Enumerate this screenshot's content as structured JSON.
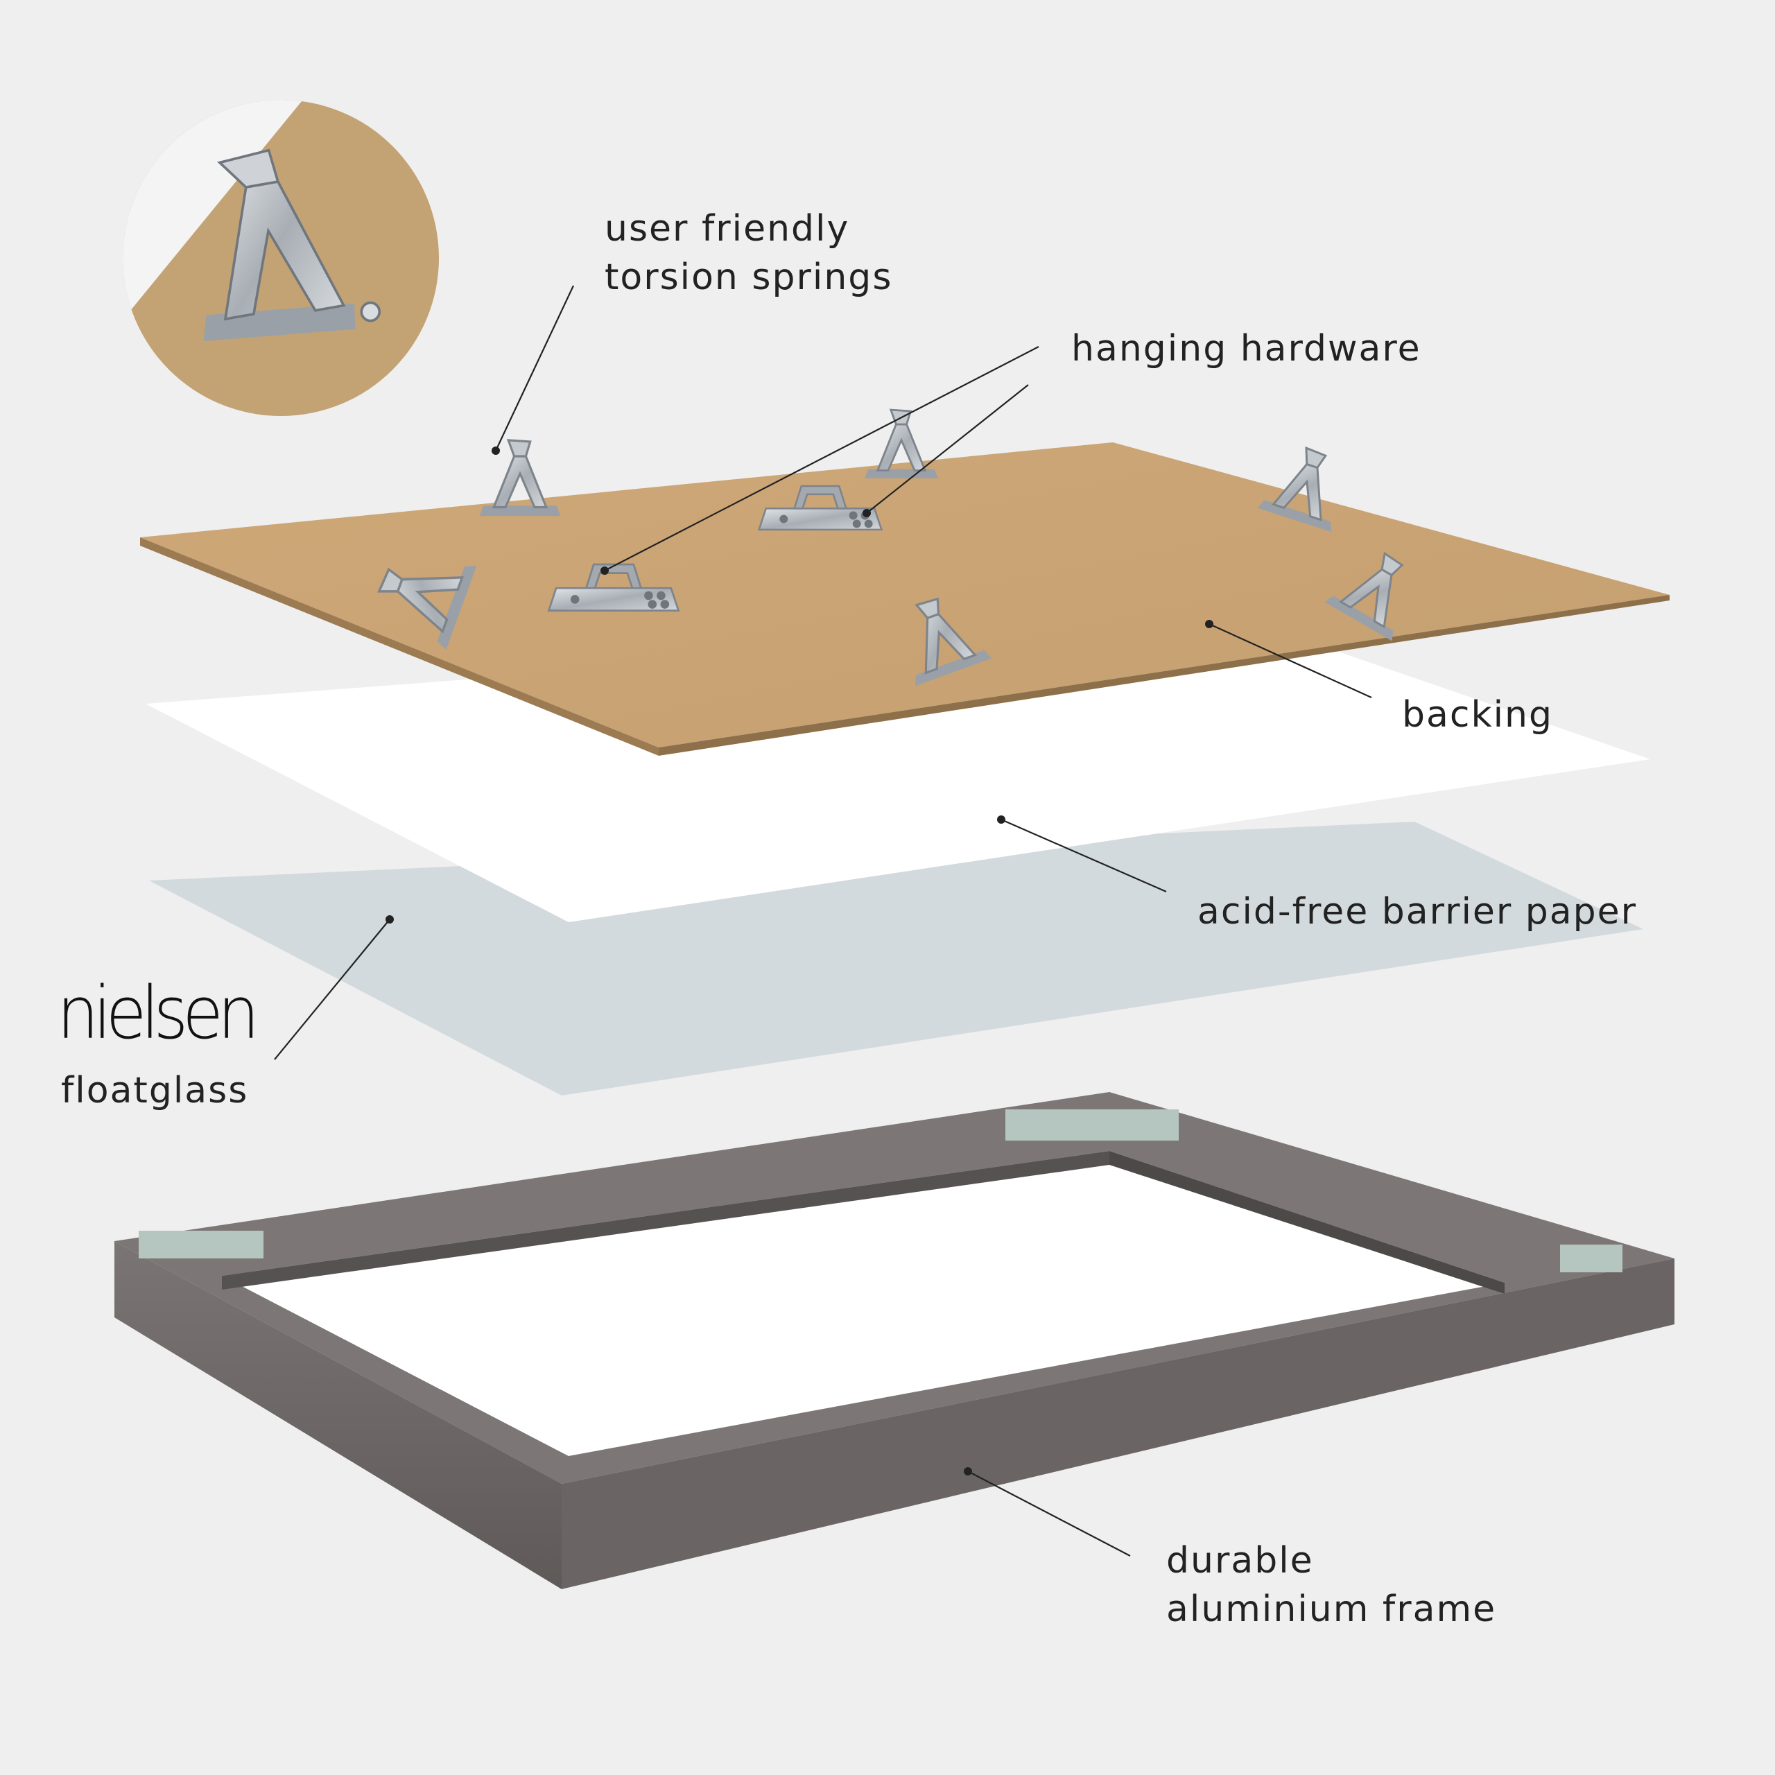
{
  "callouts": {
    "torsion_springs": [
      "user friendly",
      "torsion springs"
    ],
    "hanging_hardware": "hanging hardware",
    "backing": "backing",
    "barrier_paper": "acid-free barrier paper",
    "floatglass_brand": "nielsen",
    "floatglass": "floatglass",
    "frame": [
      "durable",
      "aluminium frame"
    ]
  },
  "colors": {
    "background": "#efefef",
    "backing": "#c9a576",
    "paper": "#ffffff",
    "glass": "#d3dadd",
    "frame": "#6e6968",
    "hardware": "#b9bec3",
    "text": "#222222",
    "leader_line": "#222222"
  }
}
